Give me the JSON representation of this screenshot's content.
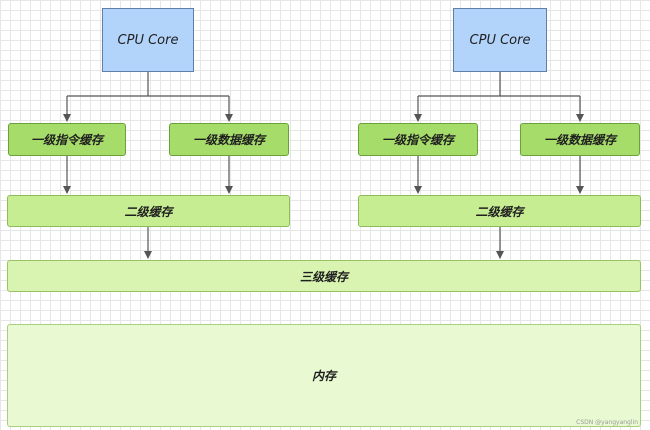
{
  "diagram": {
    "left": {
      "cpu": "CPU Core",
      "l1_instruction": "一级指令缓存",
      "l1_data": "一级数据缓存",
      "l2": "二级缓存"
    },
    "right": {
      "cpu": "CPU Core",
      "l1_instruction": "一级指令缓存",
      "l1_data": "一级数据缓存",
      "l2": "二级缓存"
    },
    "l3": "三级缓存",
    "memory": "内存"
  },
  "watermark": "CSDN @yangyanglin",
  "colors": {
    "cpu_fill": "#b3d4fa",
    "l1_fill": "#a6dc6a",
    "l2_fill": "#c7ed93",
    "l3_fill": "#d8f4b0",
    "memory_fill": "#e9fad2",
    "arrow": "#555555"
  }
}
